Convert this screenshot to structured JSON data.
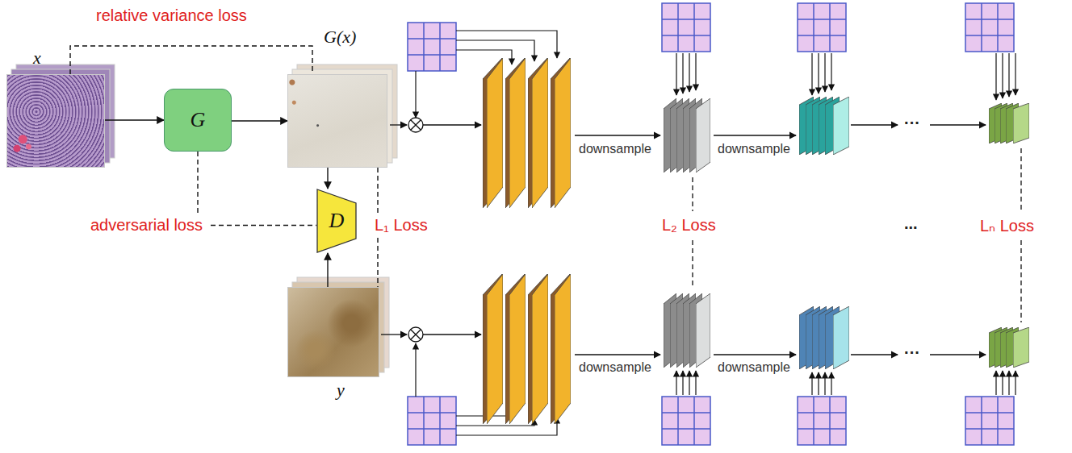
{
  "diagram": {
    "nodes": [
      {
        "text": [
          "x"
        ]
      },
      {
        "text": [
          "G"
        ]
      },
      {
        "text": [
          "G(x)"
        ]
      },
      {
        "text": [
          "D"
        ]
      },
      {
        "text": [
          "y"
        ]
      }
    ],
    "edges": [
      {
        "from": 0,
        "to": 1,
        "arrow": "to"
      },
      {
        "from": 1,
        "to": 2,
        "arrow": "to"
      },
      {
        "from": 2,
        "to": 3,
        "arrow": "to"
      },
      {
        "from": 4,
        "to": 3,
        "arrow": "to"
      },
      {
        "from": 0,
        "to": 2,
        "arrow": "none",
        "label": "relative variance loss"
      },
      {
        "from": 1,
        "to": 3,
        "arrow": "none",
        "label": "adversarial loss"
      },
      {
        "from": 2,
        "to": 4,
        "arrow": "none",
        "label": "L₁ Loss"
      }
    ],
    "labels": [
      "downsample",
      "downsample",
      "···",
      "L₂ Loss",
      "...",
      "Lₙ Loss",
      "downsample",
      "downsample",
      "···"
    ]
  }
}
